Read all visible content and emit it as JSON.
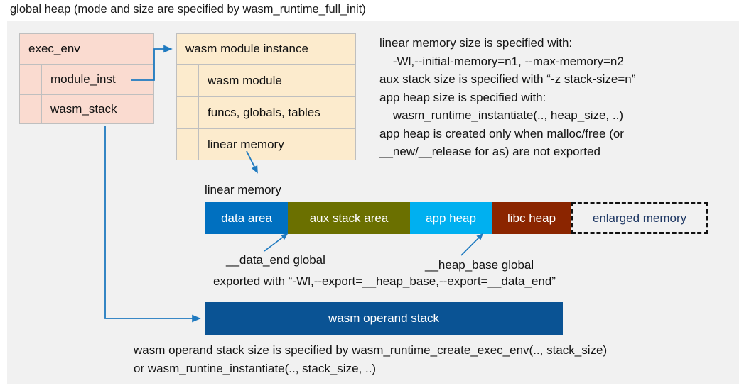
{
  "title": "global heap (mode and size are specified by wasm_runtime_full_init)",
  "colors": {
    "panel_bg": "#f1f1f1",
    "exec_env_fill": "#fadbd0",
    "module_fill": "#fcebcd",
    "box_border": "#bfbfbf",
    "arrow": "#1f7ac0",
    "data_area": "#0070c0",
    "aux_stack_area": "#6b7000",
    "app_heap": "#00b0f0",
    "libc_heap": "#8b2500",
    "enlarged_memory_text": "#1f3864",
    "operand_stack": "#0a5394"
  },
  "exec_env": {
    "header": "exec_env",
    "rows": [
      {
        "label": "module_inst"
      },
      {
        "label": "wasm_stack"
      }
    ]
  },
  "module_instance": {
    "header": "wasm module instance",
    "rows": [
      {
        "label": "wasm module"
      },
      {
        "label": "funcs, globals, tables"
      },
      {
        "label": "linear memory"
      }
    ]
  },
  "notes": {
    "right": "linear memory size is specified with:\n    -Wl,--initial-memory=n1, --max-memory=n2\naux stack size is specified with “-z stack-size=n”\napp heap size is specified with:\n    wasm_runtime_instantiate(.., heap_size, ..)\napp heap is created only when malloc/free (or\n__new/__release for as) are not exported",
    "bottom": "wasm operand stack size is specified by wasm_runtime_create_exec_env(.., stack_size)\nor wasm_runtine_instantiate(.., stack_size, ..)"
  },
  "linear_memory": {
    "label": "linear memory",
    "segments": [
      {
        "label": "data area",
        "color": "#0070c0",
        "width": 116,
        "dashed": false
      },
      {
        "label": "aux stack area",
        "color": "#6b7000",
        "width": 172,
        "dashed": false
      },
      {
        "label": "app heap",
        "color": "#00b0f0",
        "width": 115,
        "dashed": false
      },
      {
        "label": "libc heap",
        "color": "#8b2500",
        "width": 112,
        "dashed": false
      },
      {
        "label": "enlarged memory",
        "color": "#f1f1f1",
        "width": 192,
        "dashed": true
      }
    ]
  },
  "annotations": {
    "data_end": "__data_end global",
    "heap_base": "__heap_base global",
    "exported": "exported with “-Wl,--export=__heap_base,--export=__data_end”"
  },
  "operand_stack": {
    "label": "wasm operand stack"
  }
}
